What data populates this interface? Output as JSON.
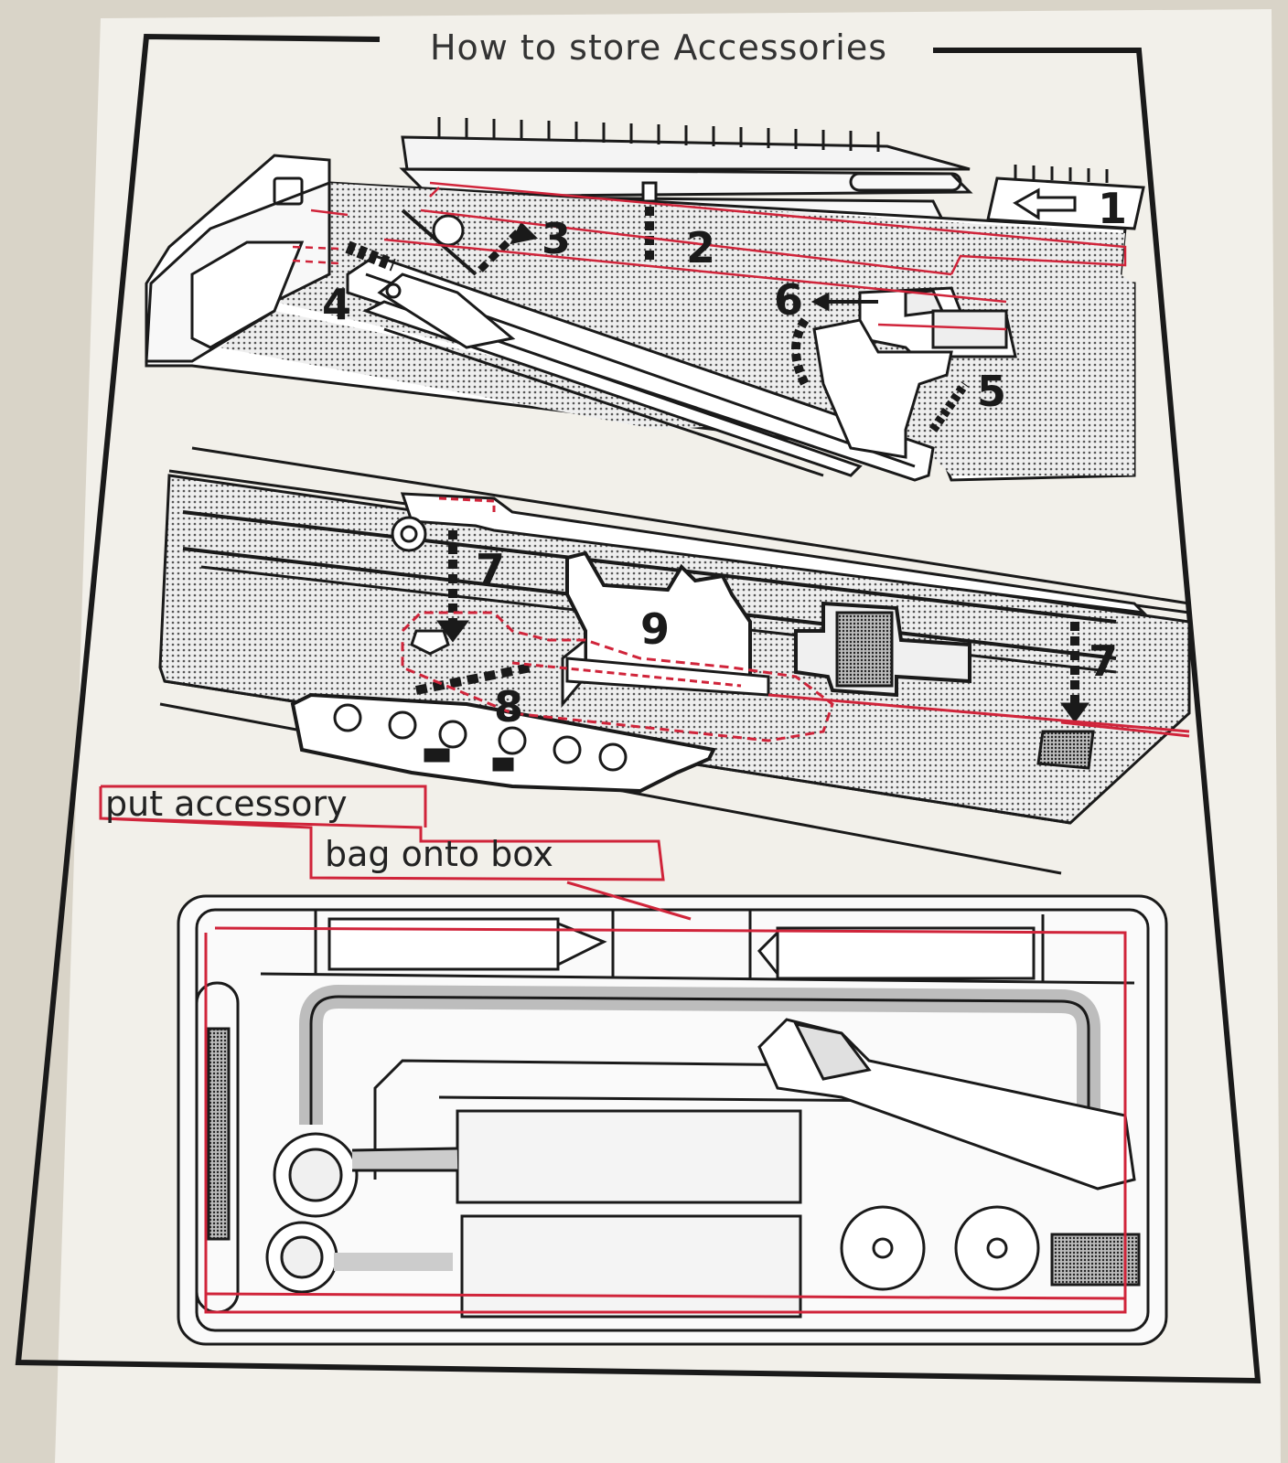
{
  "title": "How to store Accessories",
  "steps": [
    "1",
    "2",
    "3",
    "4",
    "5",
    "6",
    "7",
    "7",
    "8",
    "9"
  ],
  "note": {
    "line1": "put accessory",
    "line2": "bag onto box"
  },
  "colors": {
    "paper": "#f2f0ea",
    "ink": "#1a1a1a",
    "accent_red": "#d0243a",
    "background": "#d9d4c8"
  }
}
